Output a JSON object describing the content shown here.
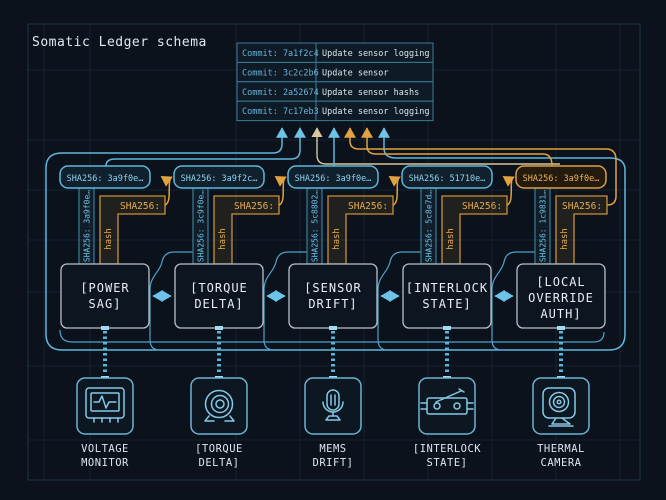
{
  "title": "Somatic Ledger schema",
  "commit_table": {
    "rows": [
      {
        "commit": "Commit: 7a1f2c4",
        "message": "Update sensor logging"
      },
      {
        "commit": "Commit: 3c2c2b6",
        "message": "Update sensor"
      },
      {
        "commit": "Commit: 2a52674",
        "message": "Update sensor hashs"
      },
      {
        "commit": "Commit: 7c17eb3",
        "message": "Update sensor logging"
      }
    ]
  },
  "labels": {
    "sha_prefix": "SHA256:",
    "hash": "hash"
  },
  "columns": [
    {
      "pill": "SHA256: 3a9f0e…",
      "vertical_sha": "SHA256: 3a9f0e…",
      "node_lines": [
        "[POWER",
        "SAG]"
      ],
      "device": {
        "icon": "oscilloscope-icon",
        "lines": [
          "VOLTAGE",
          "MONITOR"
        ]
      }
    },
    {
      "pill": "SHA256: 3a9f2c…",
      "vertical_sha": "SHA256: 3c9f0e…",
      "node_lines": [
        "[TORQUE",
        "DELTA]"
      ],
      "device": {
        "icon": "motor-icon",
        "lines": [
          "[TORQUE",
          "DELTA]"
        ]
      }
    },
    {
      "pill": "SHA256: 3a9f0e…",
      "vertical_sha": "SHA256: 5c8802…",
      "node_lines": [
        "[SENSOR",
        "DRIFT]"
      ],
      "device": {
        "icon": "microphone-icon",
        "lines": [
          "MEMS",
          "DRIFT]"
        ]
      }
    },
    {
      "pill": "SHA256: 51710e…",
      "vertical_sha": "SHA256: 5c8e7d…",
      "node_lines": [
        "[INTERLOCK",
        "STATE]"
      ],
      "device": {
        "icon": "relay-icon",
        "lines": [
          "[INTERLOCK",
          "STATE]"
        ]
      }
    },
    {
      "pill": "SHA256: 3a9f0e…",
      "vertical_sha": "SHA256: 1c9831…",
      "node_lines": [
        "[LOCAL",
        "OVERRIDE",
        "AUTH]"
      ],
      "device": {
        "icon": "thermal-camera-icon",
        "lines": [
          "THERMAL",
          "CAMERA"
        ]
      }
    }
  ],
  "colors": {
    "background": "#0b121b",
    "cyan": "#6cc4e8",
    "cyan_dim": "#35758f",
    "orange": "#e2a23f",
    "pale": "#d8c79a",
    "text": "#e6edf2",
    "node_border": "#b5c2cb",
    "table_border": "#3e7a96"
  }
}
